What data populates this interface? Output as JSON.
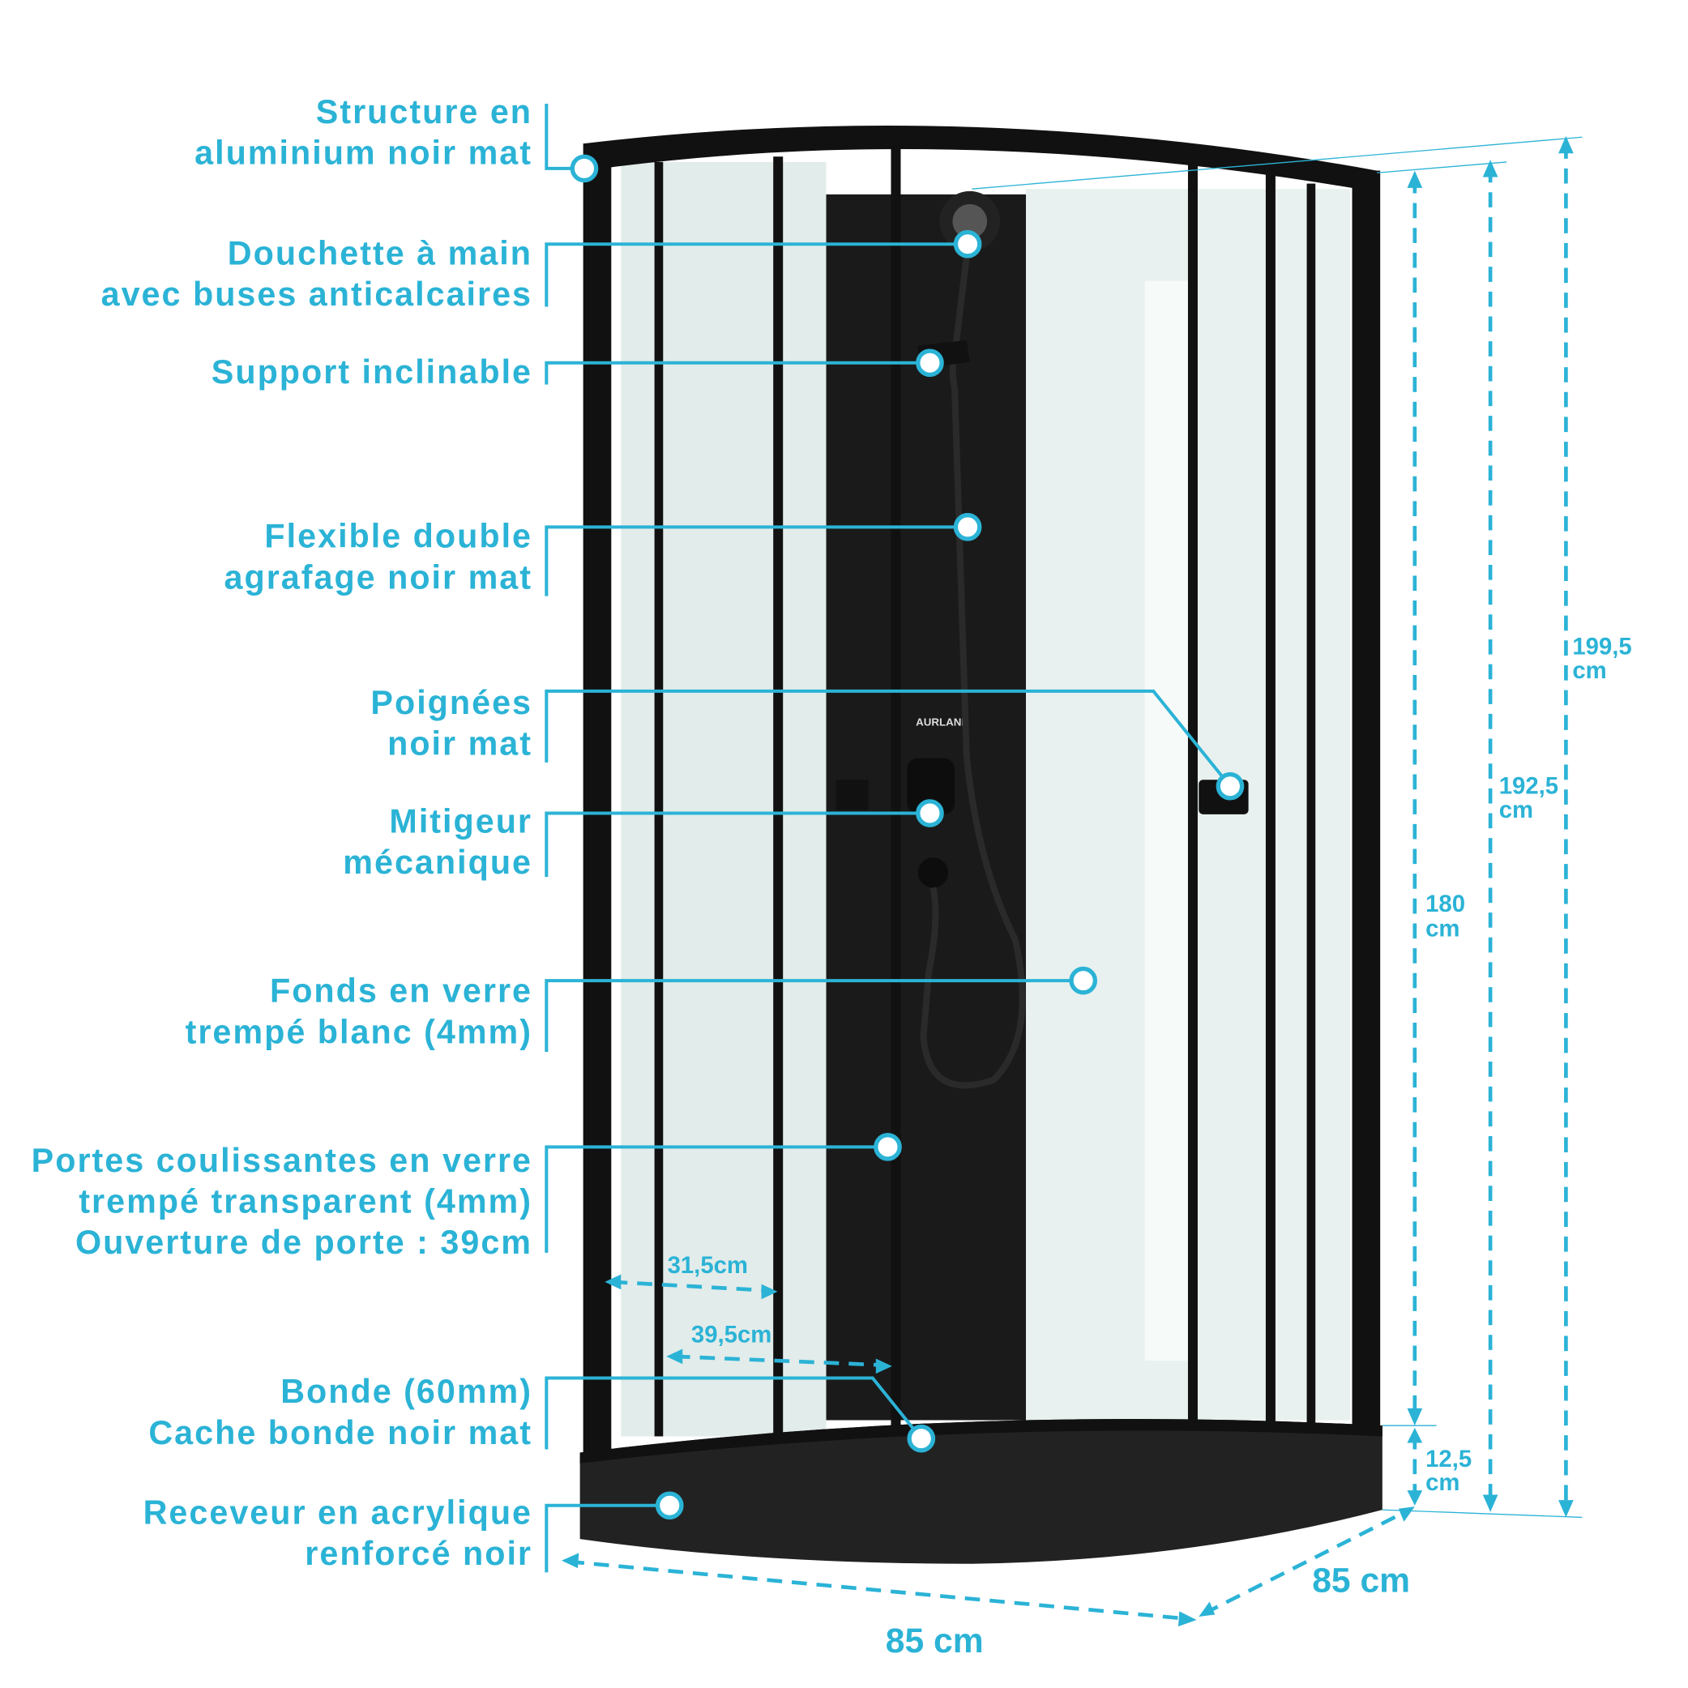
{
  "callouts": [
    {
      "lines": [
        "Structure en",
        "aluminium noir mat"
      ]
    },
    {
      "lines": [
        "Douchette à main",
        "avec buses anticalcaires"
      ]
    },
    {
      "lines": [
        "Support inclinable"
      ]
    },
    {
      "lines": [
        "Flexible double",
        "agrafage noir mat"
      ]
    },
    {
      "lines": [
        "Poignées",
        "noir mat"
      ]
    },
    {
      "lines": [
        "Mitigeur",
        "mécanique"
      ]
    },
    {
      "lines": [
        "Fonds en verre",
        "trempé blanc (4mm)"
      ]
    },
    {
      "lines": [
        "Portes coulissantes en verre",
        "trempé transparent (4mm)",
        "Ouverture de porte : 39cm"
      ]
    },
    {
      "lines": [
        "Bonde (60mm)",
        "Cache bonde noir mat"
      ]
    },
    {
      "lines": [
        "Receveur en acrylique",
        "renforcé noir"
      ]
    }
  ],
  "dimensions": {
    "h180": {
      "value": "180",
      "unit": "cm"
    },
    "h192": {
      "value": "192,5",
      "unit": "cm"
    },
    "h199": {
      "value": "199,5",
      "unit": "cm"
    },
    "h12": {
      "value": "12,5",
      "unit": "cm"
    },
    "width_front": "85 cm",
    "width_side": "85 cm",
    "door_31": "31,5cm",
    "door_39": "39,5cm"
  },
  "brand_logo": "AURLANE",
  "colors": {
    "accent": "#2bb3d6",
    "frame": "#111111",
    "glass": "#e4efed"
  }
}
